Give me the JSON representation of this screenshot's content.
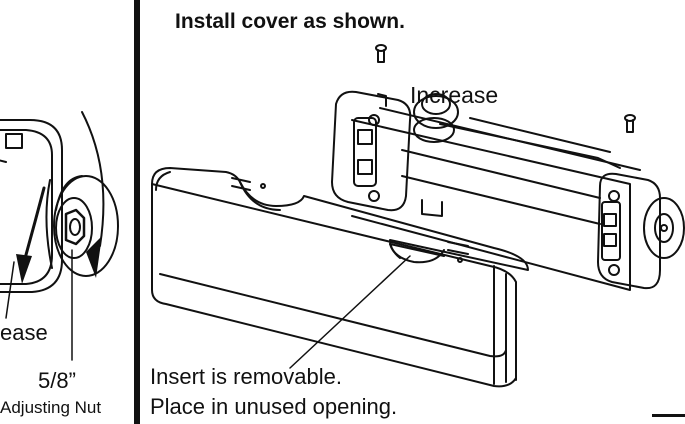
{
  "heading": "Install cover as shown.",
  "left_panel": {
    "increase_label": "Increase",
    "decrease_label": "ease",
    "nut_size_label": "5/8”",
    "nut_name_label": "Adjusting Nut"
  },
  "right_panel": {
    "insert_label": "Insert is removable.",
    "place_label": "Place in unused opening."
  }
}
